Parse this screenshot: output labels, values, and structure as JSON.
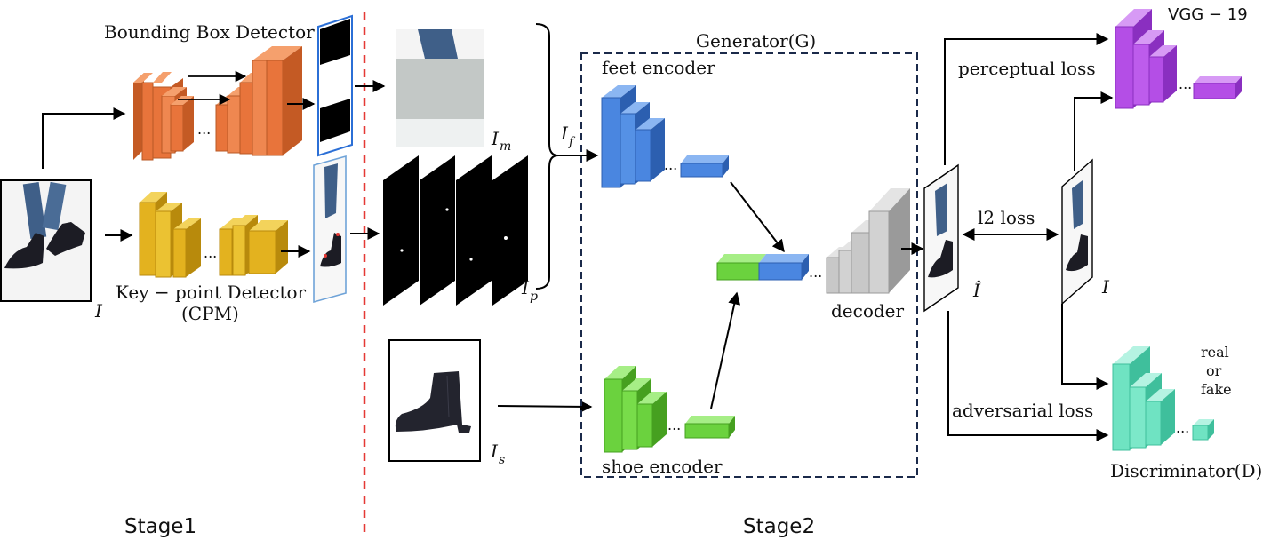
{
  "labels": {
    "bbox_detector": "Bounding Box Detector",
    "keypoint_detector": "Key − point Detector",
    "cpm": "(CPM)",
    "input_I": "I",
    "I_m_base": "I",
    "I_m_sub": "m",
    "I_f_base": "I",
    "I_f_sub": "f",
    "I_p_base": "I",
    "I_p_sub": "p",
    "I_s_base": "I",
    "I_s_sub": "s",
    "generator": "Generator(G)",
    "feet_encoder": "feet encoder",
    "shoe_encoder": "shoe encoder",
    "decoder": "decoder",
    "perceptual_loss": "perceptual loss",
    "l2_loss": "l2 loss",
    "adversarial_loss": "adversarial loss",
    "vgg": "VGG − 19",
    "discriminator": "Discriminator(D)",
    "real": "real",
    "or": "or",
    "fake": "fake",
    "I_hat": "Î",
    "I_real": "I",
    "stage1": "Stage1",
    "stage2": "Stage2",
    "ellipsis": "..."
  },
  "colors": {
    "bbox_net": "#e8743b",
    "keypoint_net": "#e3b21f",
    "feet_encoder": "#4a86e0",
    "shoe_encoder": "#6bd23e",
    "decoder": "#c8c8c8",
    "vgg": "#b44ee6",
    "discriminator": "#6fe3c2",
    "stage_divider": "#e53935",
    "generator_box": "#1b2a4a"
  }
}
